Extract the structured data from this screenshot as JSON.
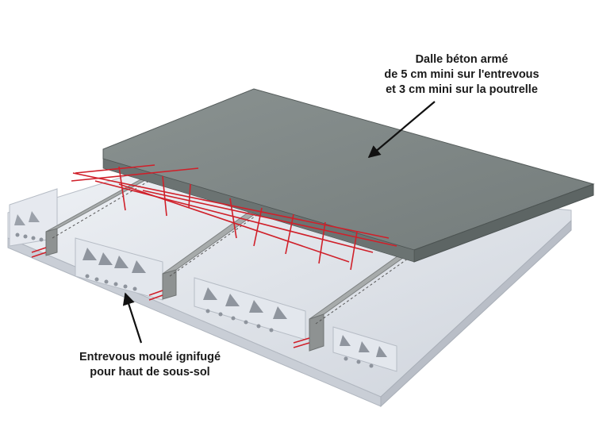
{
  "labels": {
    "slab": {
      "line1": "Dalle béton armé",
      "line2": "de 5 cm mini sur l'entrevous",
      "line3": "et 3 cm mini sur la poutrelle"
    },
    "block": {
      "line1": "Entrevous moulé ignifugé",
      "line2": "pour haut de sous-sol"
    }
  },
  "colors": {
    "slab_top": "#7d8584",
    "slab_side": "#5f6766",
    "block": "#dfe3ea",
    "block_shade": "#c3c8d1",
    "beam": "#9a9e9e",
    "rebar": "#d0202a",
    "arrow": "#111111"
  }
}
